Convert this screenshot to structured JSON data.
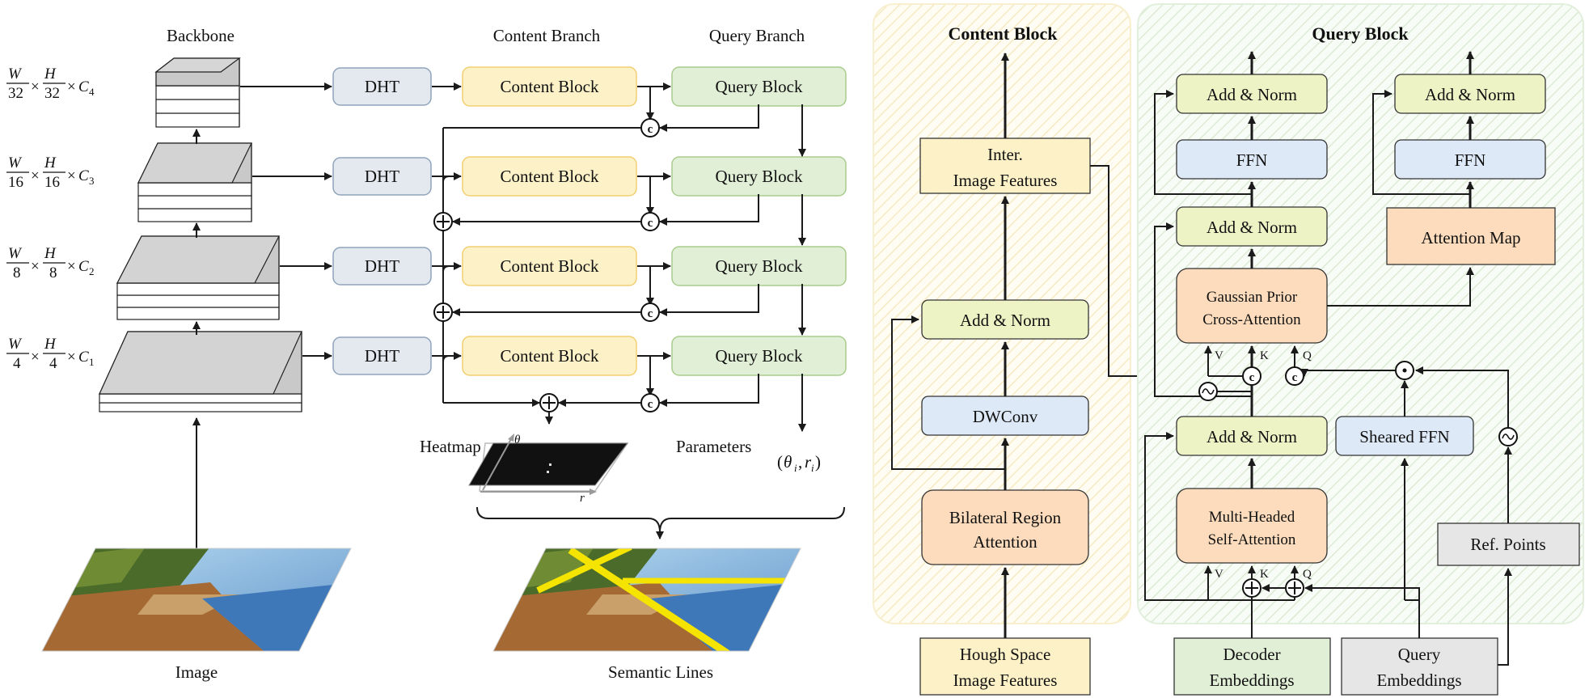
{
  "left": {
    "headers": {
      "backbone": "Backbone",
      "content_branch": "Content Branch",
      "query_branch": "Query Branch"
    },
    "scales": [
      {
        "w": "32",
        "h": "32",
        "c": "4"
      },
      {
        "w": "16",
        "h": "16",
        "c": "3"
      },
      {
        "w": "8",
        "h": "8",
        "c": "2"
      },
      {
        "w": "4",
        "h": "4",
        "c": "1"
      }
    ],
    "dht_label": "DHT",
    "content_block_label": "Content Block",
    "query_block_label": "Query Block",
    "heatmap_label": "Heatmap",
    "parameters_label": "Parameters",
    "image_label": "Image",
    "semantic_lines_label": "Semantic Lines",
    "theta_symbol": "θ",
    "r_symbol": "r"
  },
  "content_block": {
    "title": "Content Block",
    "inter_features_l1": "Inter.",
    "inter_features_l2": "Image Features",
    "add_norm": "Add & Norm",
    "dwconv": "DWConv",
    "bilateral_l1": "Bilateral Region",
    "bilateral_l2": "Attention",
    "hough_l1": "Hough Space",
    "hough_l2": "Image Features"
  },
  "query_block": {
    "title": "Query Block",
    "add_norm": "Add & Norm",
    "ffn": "FFN",
    "attention_map": "Attention Map",
    "gaussian_l1": "Gaussian Prior",
    "gaussian_l2": "Cross-Attention",
    "sheared_ffn": "Sheared FFN",
    "mhsa_l1": "Multi-Headed",
    "mhsa_l2": "Self-Attention",
    "ref_points": "Ref. Points",
    "decoder_l1": "Decoder",
    "decoder_l2": "Embeddings",
    "query_emb_l1": "Query",
    "query_emb_l2": "Embeddings",
    "v": "V",
    "k": "K",
    "q": "Q"
  },
  "colors": {
    "dht_fill": "#e4e9ef",
    "content_fill": "#fdf1c8",
    "content_stroke": "#f2cf72",
    "query_fill": "#e2efd7",
    "query_stroke": "#a9cc8d",
    "addnorm_fill": "#eef3c6",
    "ffn_fill": "#dde9f6",
    "attention_fill": "#fcdcbc",
    "gray_fill": "#e6e6e6"
  }
}
